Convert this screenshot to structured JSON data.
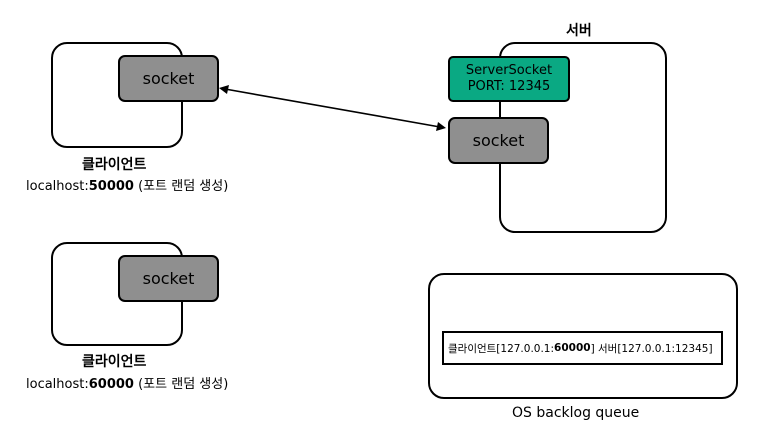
{
  "client1": {
    "socket_label": "socket",
    "title": "클라이언트",
    "host_prefix": "localhost:",
    "port": "50000",
    "port_note": "(포트 랜덤 생성)"
  },
  "client2": {
    "socket_label": "socket",
    "title": "클라이언트",
    "host_prefix": "localhost:",
    "port": "60000",
    "port_note": "(포트 랜덤 생성)"
  },
  "server": {
    "title": "서버",
    "server_socket_name": "ServerSocket",
    "server_socket_port": "PORT: 12345",
    "socket_label": "socket"
  },
  "backlog": {
    "entry_prefix": "클라이언트[127.0.0.1:",
    "entry_port": "60000",
    "entry_suffix": "] 서버[127.0.0.1:12345]",
    "caption": "OS backlog queue"
  },
  "colors": {
    "socket_fill": "#8f8f8f",
    "server_socket_fill": "#0aa983"
  }
}
